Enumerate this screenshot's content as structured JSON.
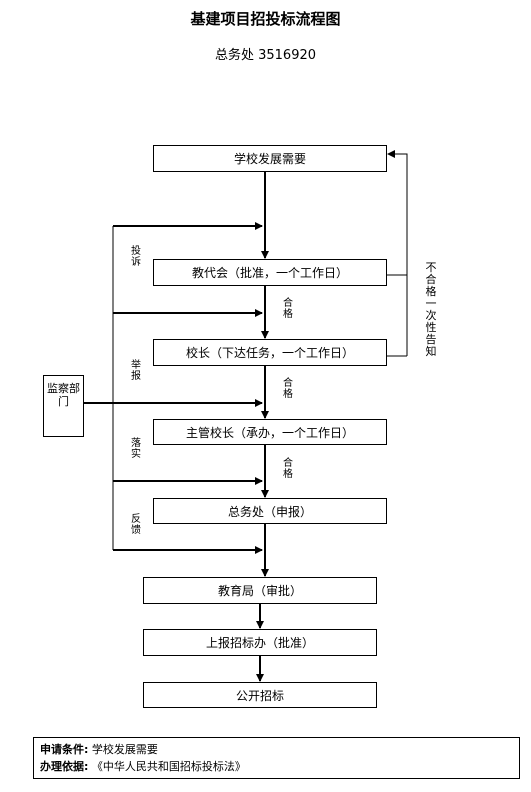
{
  "title": "基建项目招投标流程图",
  "subtitle": "总务处 3516920",
  "steps": {
    "s1": "学校发展需要",
    "s2": "教代会（批准，一个工作日）",
    "s3": "校长（下达任务，一个工作日）",
    "s4": "主管校长（承办，一个工作日）",
    "s5": "总务处（申报）",
    "s6": "教育局（审批）",
    "s7": "上报招标办（批准）",
    "s8": "公开招标"
  },
  "labels": {
    "complaint": "投诉",
    "report": "举报",
    "implement": "落实",
    "feedback": "反馈",
    "pass1": "合格",
    "pass2": "合格",
    "pass3": "合格",
    "fail": "不合格一次性告知",
    "supervision": "监察部门"
  },
  "footer": {
    "condition_label": "申请条件:",
    "condition_value": "学校发展需要",
    "basis_label": "办理依据:",
    "basis_value": "《中华人民共和国招标投标法》"
  }
}
